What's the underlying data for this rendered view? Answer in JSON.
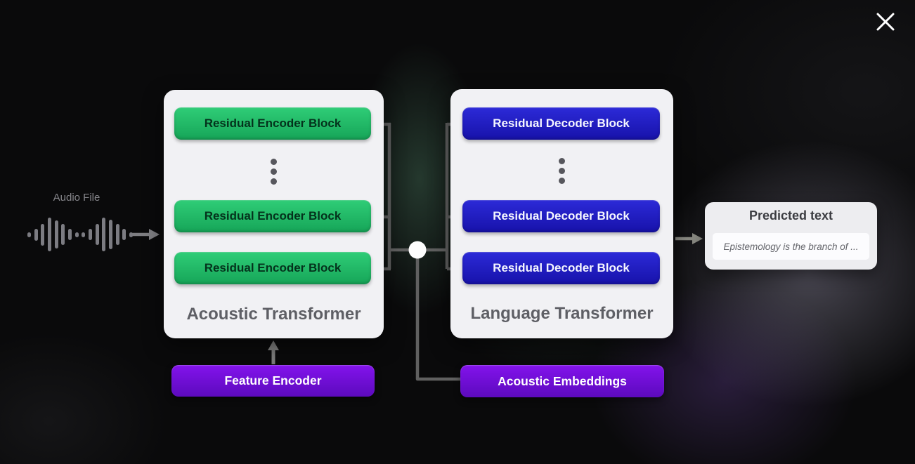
{
  "audio": {
    "label": "Audio File"
  },
  "acoustic_transformer": {
    "title": "Acoustic Transformer",
    "blocks": [
      "Residual Encoder Block",
      "Residual Encoder Block",
      "Residual Encoder Block"
    ]
  },
  "language_transformer": {
    "title": "Language Transformer",
    "blocks": [
      "Residual Decoder Block",
      "Residual Decoder Block",
      "Residual Decoder Block"
    ]
  },
  "feature_encoder": {
    "label": "Feature Encoder"
  },
  "acoustic_embeddings": {
    "label": "Acoustic Embeddings"
  },
  "predicted": {
    "title": "Predicted text",
    "text": "Epistemology is the branch of ..."
  },
  "colors": {
    "encoder_green": "#1fb863",
    "decoder_blue": "#211dc6",
    "purple": "#6f0fd4",
    "panel_bg": "#f1f1f4",
    "connector_gray": "#606060",
    "background": "#0a0a0b"
  }
}
